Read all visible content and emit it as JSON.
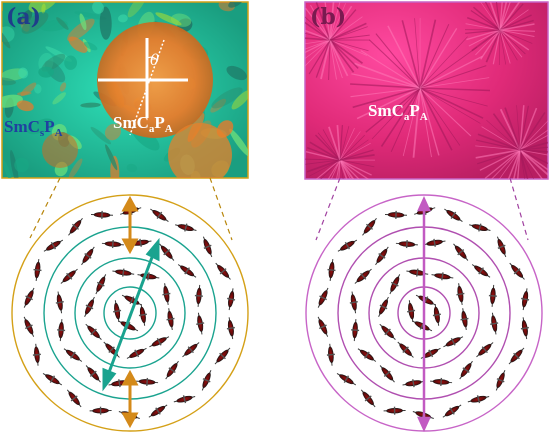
{
  "panels": [
    {
      "letter": "(a)",
      "labels": {
        "left": {
          "main": "SmC",
          "sub1": "s",
          "mid": "P",
          "sub2": "A"
        },
        "right": {
          "main": "SmC",
          "sub1": "a",
          "mid": "P",
          "sub2": "A"
        },
        "theta": "θ"
      },
      "colors": {
        "outer_ring": "#d4a017",
        "inner_rings": "#1aa38f",
        "arrow_outer": "#d48a1a",
        "arrow_inner": "#1aa38f",
        "guide": "#b8860b",
        "photo_base": "#2bbf9a",
        "domain": "#f08a2a"
      }
    },
    {
      "letter": "(b)",
      "labels": {
        "center": {
          "main": "SmC",
          "sub1": "a",
          "mid": "P",
          "sub2": "A"
        }
      },
      "colors": {
        "outer_ring": "#c764c7",
        "inner_rings": "#b04fb0",
        "arrow": "#c25ac2",
        "guide": "#a040a0",
        "photo_base": "#e0307a",
        "domain": "#f25aa0"
      }
    }
  ],
  "icons": [
    "molecule-director-glyph",
    "double-headed-arrow"
  ]
}
